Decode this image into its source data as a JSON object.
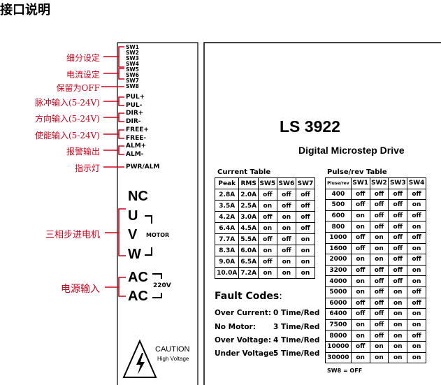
{
  "page_title": "接口说明",
  "left_labels": [
    "细分设定",
    "电流设定",
    "保留为OFF",
    "脉冲输入(5-24V)",
    "方向输入(5-24V)",
    "使能输入(5-24V)",
    "报警输出",
    "指示灯",
    "三相步进电机",
    "电源输入"
  ],
  "switches": [
    "SW1",
    "SW2",
    "SW3",
    "SW4",
    "SW5",
    "SW6",
    "SW7",
    "SW8"
  ],
  "signals": [
    "PUL+",
    "PUL-",
    "DIR+",
    "DIR-",
    "FREE+",
    "FREE-",
    "ALM+",
    "ALM-",
    "PWR/ALM"
  ],
  "motor_terminals": [
    "NC",
    "U",
    "V",
    "W"
  ],
  "motor_label": "MOTOR",
  "ac_terminals": [
    "AC",
    "AC"
  ],
  "ac_voltage": "220V",
  "caution": {
    "title": "CAUTION",
    "subtitle": "High Voltage"
  },
  "model": "LS 3922",
  "subtitle": "Digital Microstep Drive",
  "current_table": {
    "title": "Current Table",
    "headers": [
      "Peak",
      "RMS",
      "SW5",
      "SW6",
      "SW7"
    ],
    "rows": [
      [
        "2.8A",
        "2.0A",
        "off",
        "off",
        "off"
      ],
      [
        "3.5A",
        "2.5A",
        "on",
        "off",
        "off"
      ],
      [
        "4.2A",
        "3.0A",
        "off",
        "on",
        "off"
      ],
      [
        "6.4A",
        "4.5A",
        "on",
        "on",
        "off"
      ],
      [
        "7.7A",
        "5.5A",
        "off",
        "off",
        "on"
      ],
      [
        "8.3A",
        "6.0A",
        "on",
        "off",
        "on"
      ],
      [
        "9.0A",
        "6.5A",
        "off",
        "on",
        "on"
      ],
      [
        "10.0A",
        "7.2A",
        "on",
        "on",
        "on"
      ]
    ]
  },
  "pulse_table": {
    "title": "Pulse/rev Table",
    "headers": [
      "Pluse/rev",
      "SW1",
      "SW2",
      "SW3",
      "SW4"
    ],
    "rows": [
      [
        "400",
        "off",
        "off",
        "off",
        "off"
      ],
      [
        "500",
        "off",
        "off",
        "off",
        "on"
      ],
      [
        "600",
        "on",
        "off",
        "off",
        "off"
      ],
      [
        "800",
        "on",
        "off",
        "off",
        "on"
      ],
      [
        "1000",
        "off",
        "on",
        "off",
        "off"
      ],
      [
        "1600",
        "off",
        "on",
        "off",
        "on"
      ],
      [
        "2000",
        "on",
        "on",
        "off",
        "off"
      ],
      [
        "3200",
        "off",
        "off",
        "off",
        "on"
      ],
      [
        "4000",
        "on",
        "off",
        "off",
        "on"
      ],
      [
        "5000",
        "on",
        "off",
        "on",
        "off"
      ],
      [
        "6000",
        "off",
        "off",
        "on",
        "off"
      ],
      [
        "6400",
        "off",
        "off",
        "on",
        "on"
      ],
      [
        "7500",
        "on",
        "off",
        "on",
        "on"
      ],
      [
        "8000",
        "on",
        "off",
        "on",
        "off"
      ],
      [
        "10000",
        "off",
        "on",
        "on",
        "on"
      ],
      [
        "30000",
        "on",
        "on",
        "on",
        "on"
      ]
    ],
    "note": "SW8 = OFF"
  },
  "fault": {
    "title": "Fault Codes",
    "title_suffix": ":",
    "rows": [
      {
        "name": "Over Current",
        "sep": ":",
        "value": "0 Time/Red"
      },
      {
        "name": "No Motor",
        "sep": ":",
        "value": "3 Time/Red"
      },
      {
        "name": "Over Voltage",
        "sep": ":",
        "value": "4 Time/Red"
      },
      {
        "name": "Under Voltage",
        "sep": ":",
        "value": "5 Time/Red"
      }
    ]
  },
  "colors": {
    "label_red": "#d0021b",
    "line": "#000000"
  }
}
